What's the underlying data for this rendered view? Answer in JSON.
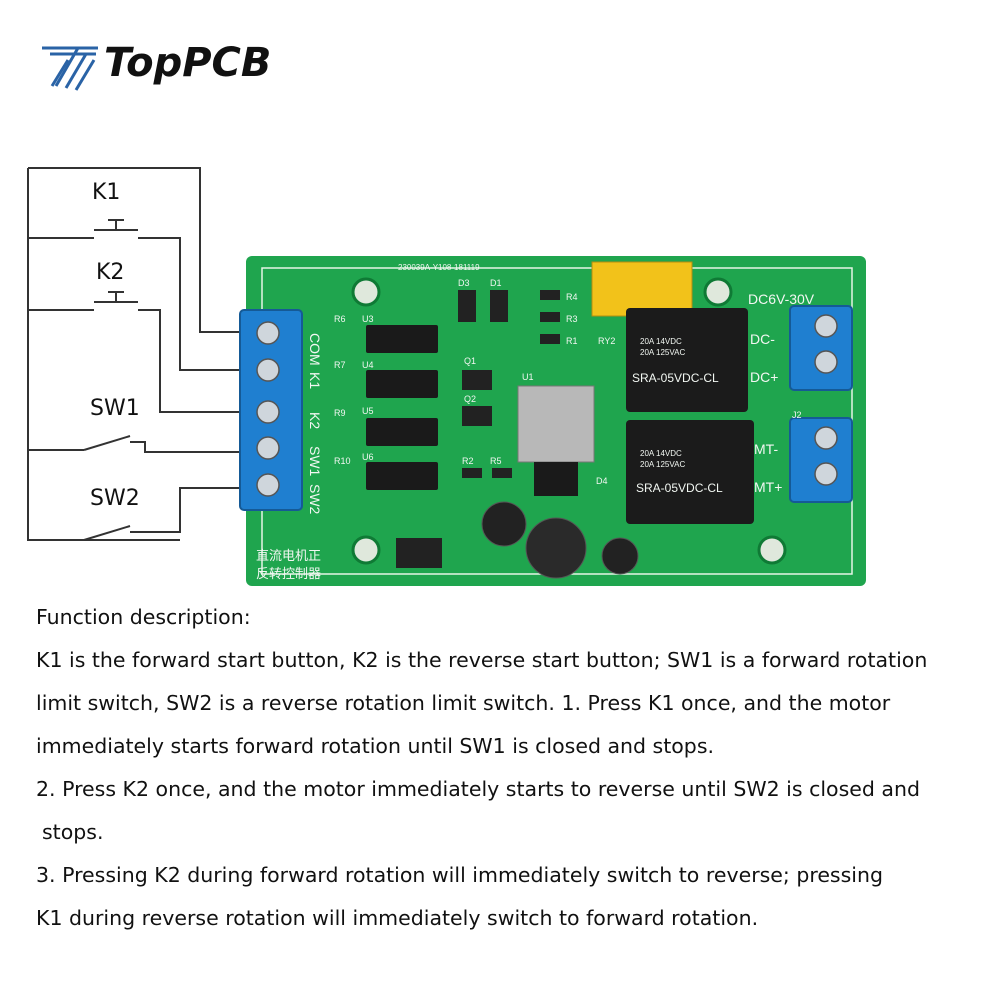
{
  "brand": {
    "name": "TopPCB",
    "logo_icon": "tp-stripes-logo",
    "accent": "#2a63a6"
  },
  "wiring": {
    "k1": "K1",
    "k2": "K2",
    "sw1": "SW1",
    "sw2": "SW2"
  },
  "board": {
    "color": "#1fa54e",
    "terminal_color": "#1f7fd0",
    "silk_left": [
      "COM",
      "K1",
      "K2",
      "SW1",
      "SW2"
    ],
    "silk_right_top": [
      "DC-",
      "DC+"
    ],
    "silk_right_bottom": [
      "MT-",
      "MT+"
    ],
    "supply": "DC6V-30V",
    "relay_model": "SRA-05VDC-CL",
    "relay_rating_1": "20A 14VDC",
    "relay_rating_2": "20A 125VAC",
    "chinese_label_1": "直流电机正",
    "chinese_label_2": "反转控制器",
    "refs": [
      "R6",
      "U3",
      "R7",
      "U4",
      "R9",
      "U5",
      "R10",
      "U6",
      "D3",
      "D1",
      "R4",
      "R3",
      "R1",
      "Q1",
      "Q2",
      "U1",
      "R2",
      "R5",
      "D4",
      "RY2",
      "J2"
    ],
    "board_code": "230039A-Y108-181119"
  },
  "description": {
    "heading": "Function description:",
    "line1": "K1 is the forward start button, K2 is the reverse start button; SW1 is a forward rotation",
    "line2": "limit switch, SW2 is a reverse rotation limit switch. 1. Press K1 once, and the motor",
    "line3": "immediately starts forward rotation until SW1 is closed and stops.",
    "line4": "2. Press K2 once, and the motor immediately starts to reverse until SW2 is closed and",
    "line5": "stops.",
    "line6": "3. Pressing K2 during forward rotation will immediately switch to reverse; pressing",
    "line7": "K1 during reverse rotation will immediately switch to forward rotation."
  }
}
